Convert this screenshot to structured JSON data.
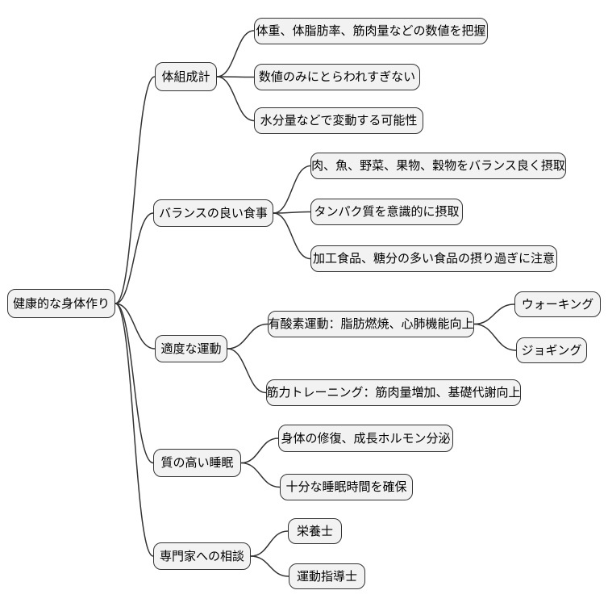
{
  "diagram": {
    "type": "mindmap",
    "root": {
      "label": "健康的な身体作り"
    },
    "branches": [
      {
        "label": "体組成計",
        "children": [
          {
            "label": "体重、体脂肪率、筋肉量などの数値を把握"
          },
          {
            "label": "数値のみにとらわれすぎない"
          },
          {
            "label": "水分量などで変動する可能性"
          }
        ]
      },
      {
        "label": "バランスの良い食事",
        "children": [
          {
            "label": "肉、魚、野菜、果物、穀物をバランス良く摂取"
          },
          {
            "label": "タンパク質を意識的に摂取"
          },
          {
            "label": "加工食品、糖分の多い食品の摂り過ぎに注意"
          }
        ]
      },
      {
        "label": "適度な運動",
        "children": [
          {
            "label": "有酸素運動：脂肪燃焼、心肺機能向上",
            "children": [
              {
                "label": "ウォーキング"
              },
              {
                "label": "ジョギング"
              }
            ]
          },
          {
            "label": "筋力トレーニング：筋肉量増加、基礎代謝向上"
          }
        ]
      },
      {
        "label": "質の高い睡眠",
        "children": [
          {
            "label": "身体の修復、成長ホルモン分泌"
          },
          {
            "label": "十分な睡眠時間を確保"
          }
        ]
      },
      {
        "label": "専門家への相談",
        "children": [
          {
            "label": "栄養士"
          },
          {
            "label": "運動指導士"
          }
        ]
      }
    ]
  },
  "colors": {
    "background": "#ffffff",
    "node_fill": "#f2f2f2",
    "node_border": "#333333",
    "edge": "#333333",
    "text": "#000000"
  }
}
